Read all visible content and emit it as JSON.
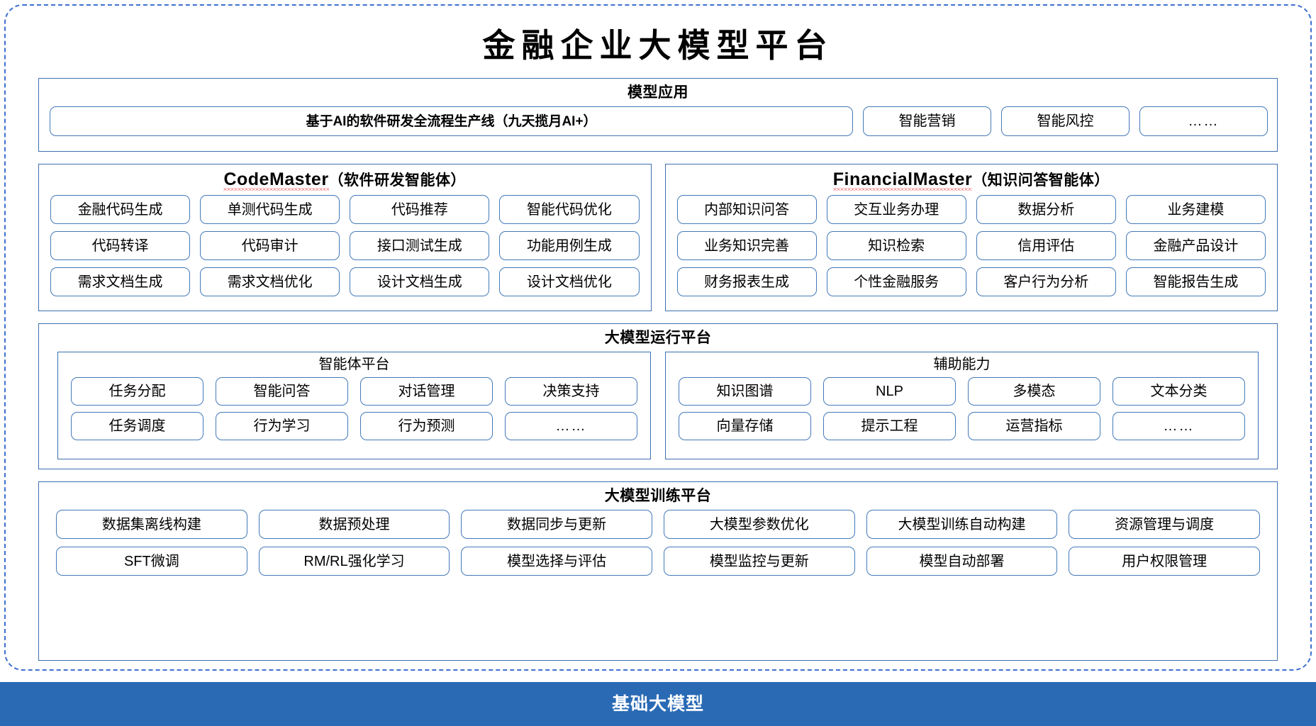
{
  "page": {
    "title": "金融企业大模型平台",
    "accent_border": "#4479b8",
    "panel_border": "#3d6fb0",
    "outer_dash_color": "#3f6fd0",
    "footer_color": "#2a6ab5",
    "squiggle_color": "#e8000d"
  },
  "model_apps": {
    "title": "模型应用",
    "primary": "基于AI的软件研发全流程生产线（九天揽月AI+）",
    "items": [
      "智能营销",
      "智能风控",
      "……"
    ]
  },
  "agents": [
    {
      "name_latin": "CodeMaster",
      "name_cn": "（软件研发智能体）",
      "misspelled": true,
      "items": [
        "金融代码生成",
        "单测代码生成",
        "代码推荐",
        "智能代码优化",
        "代码转译",
        "代码审计",
        "接口测试生成",
        "功能用例生成",
        "需求文档生成",
        "需求文档优化",
        "设计文档生成",
        "设计文档优化"
      ]
    },
    {
      "name_latin": "FinancialMaster",
      "name_cn": "（知识问答智能体）",
      "misspelled": true,
      "items": [
        "内部知识问答",
        "交互业务办理",
        "数据分析",
        "业务建模",
        "业务知识完善",
        "知识检索",
        "信用评估",
        "金融产品设计",
        "财务报表生成",
        "个性金融服务",
        "客户行为分析",
        "智能报告生成"
      ]
    }
  ],
  "runtime": {
    "title": "大模型运行平台",
    "subpanels": [
      {
        "title": "智能体平台",
        "items": [
          "任务分配",
          "智能问答",
          "对话管理",
          "决策支持",
          "任务调度",
          "行为学习",
          "行为预测",
          "……"
        ]
      },
      {
        "title": "辅助能力",
        "items": [
          "知识图谱",
          "NLP",
          "多模态",
          "文本分类",
          "向量存储",
          "提示工程",
          "运营指标",
          "……"
        ]
      }
    ]
  },
  "training": {
    "title": "大模型训练平台",
    "items": [
      "数据集离线构建",
      "数据预处理",
      "数据同步与更新",
      "大模型参数优化",
      "大模型训练自动构建",
      "资源管理与调度",
      "SFT微调",
      "RM/RL强化学习",
      "模型选择与评估",
      "模型监控与更新",
      "模型自动部署",
      "用户权限管理"
    ]
  },
  "footer": {
    "label": "基础大模型"
  }
}
